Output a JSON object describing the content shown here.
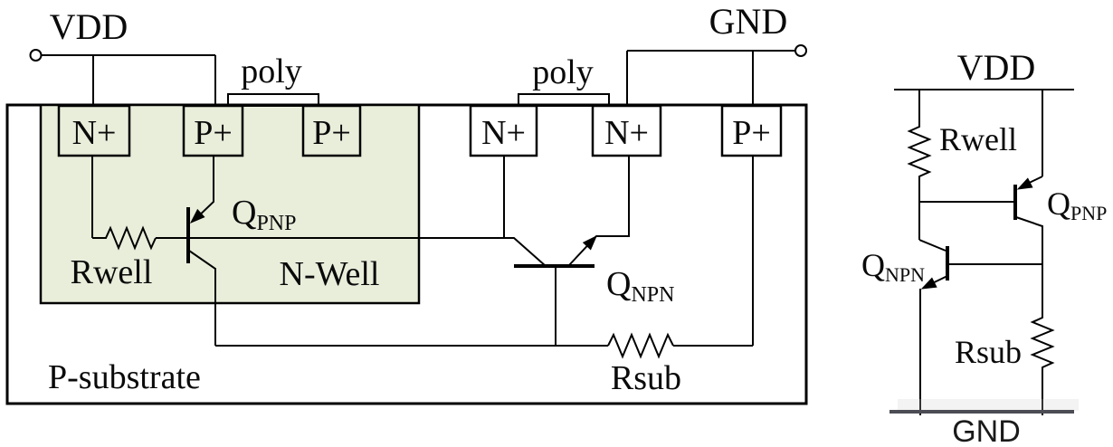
{
  "colors": {
    "n_diffusion": "#4aa8c8",
    "p_diffusion": "#8cc63e",
    "nwell_fill": "#e9eedb",
    "poly_fill": "#ffff00",
    "substrate_fill": "#ffffff",
    "wire": "#000000",
    "gnd_rail": "#4c4c55"
  },
  "cross_section": {
    "vdd": "VDD",
    "gnd": "GND",
    "poly1": "poly",
    "poly2": "poly",
    "diffusions": [
      "N+",
      "P+",
      "P+",
      "N+",
      "N+",
      "P+"
    ],
    "rwell": "Rwell",
    "nwell": "N-Well",
    "rsub": "Rsub",
    "substrate": "P-substrate",
    "qpnp": {
      "q": "Q",
      "sub": "PNP"
    },
    "qnpn": {
      "q": "Q",
      "sub": "NPN"
    }
  },
  "schematic": {
    "vdd": "VDD",
    "gnd": "GND",
    "rwell": "Rwell",
    "rsub": "Rsub",
    "qpnp": {
      "q": "Q",
      "sub": "PNP"
    },
    "qnpn": {
      "q": "Q",
      "sub": "NPN"
    }
  }
}
